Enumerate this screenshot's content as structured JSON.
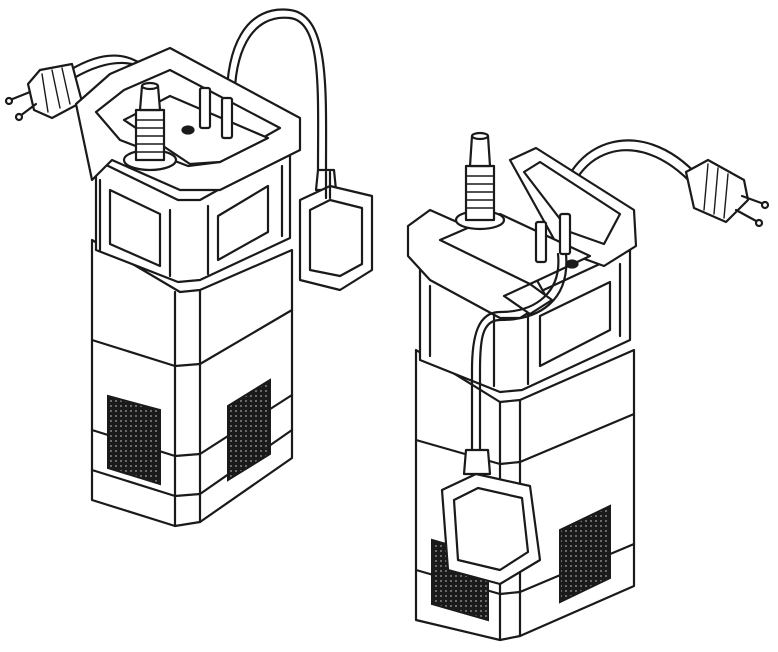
{
  "figure": {
    "subjects": [
      {
        "id": "pump-left",
        "float_switch": "attached-right"
      },
      {
        "id": "pump-right",
        "float_switch": "attached-front"
      }
    ],
    "colors": {
      "ink": "#1a1a1a",
      "background": "#ffffff"
    }
  }
}
